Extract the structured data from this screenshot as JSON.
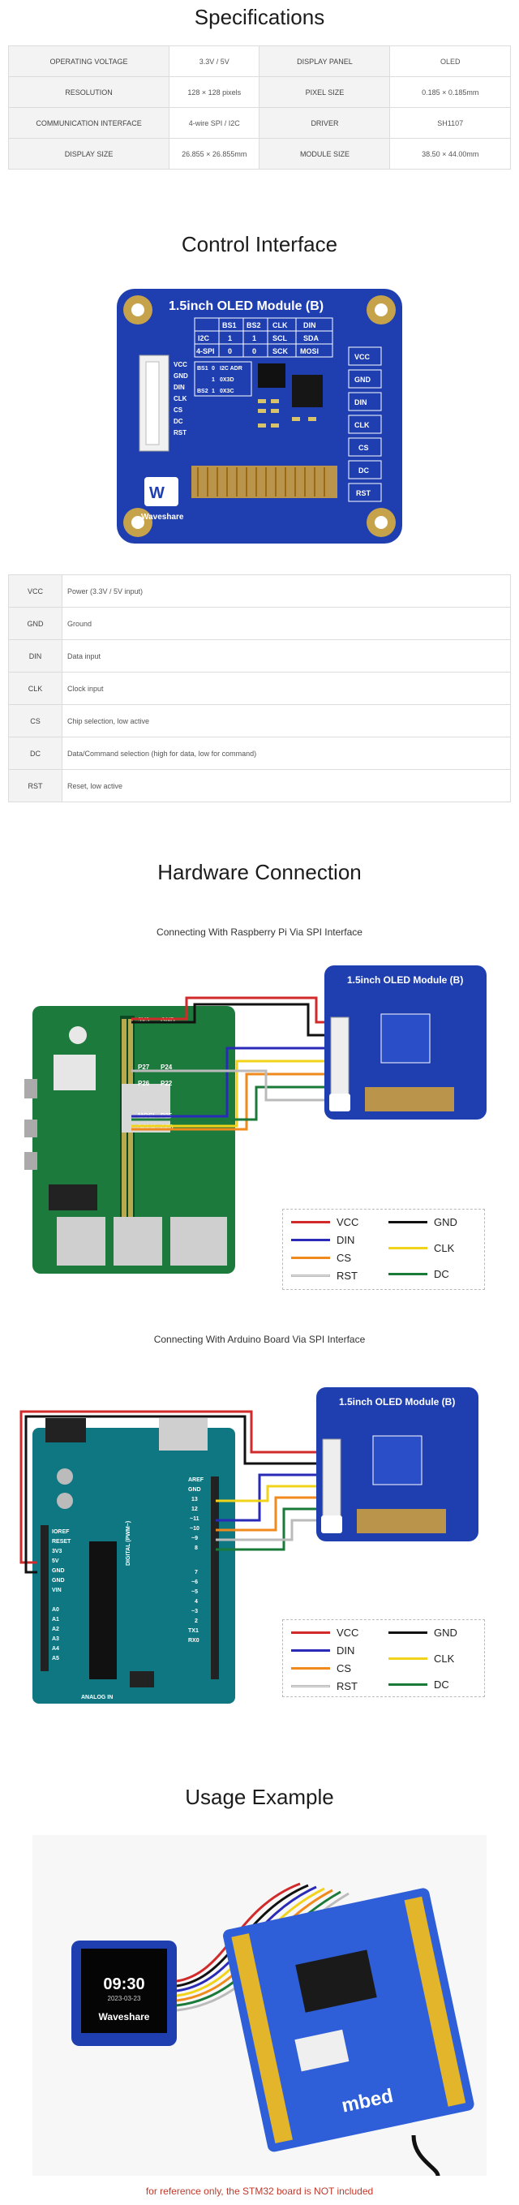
{
  "spec": {
    "title": "Specifications",
    "rows": [
      [
        "OPERATING VOLTAGE",
        "3.3V / 5V",
        "DISPLAY PANEL",
        "OLED"
      ],
      [
        "RESOLUTION",
        "128 × 128 pixels",
        "PIXEL SIZE",
        "0.185 × 0.185mm"
      ],
      [
        "COMMUNICATION INTERFACE",
        "4-wire SPI / I2C",
        "DRIVER",
        "SH1107"
      ],
      [
        "DISPLAY SIZE",
        "26.855 × 26.855mm",
        "MODULE SIZE",
        "38.50 × 44.00mm"
      ]
    ]
  },
  "control": {
    "title": "Control Interface",
    "board_title": "1.5inch OLED Module (B)",
    "bs_table": [
      [
        "",
        "BS1",
        "BS2",
        "CLK",
        "DIN"
      ],
      [
        "I2C",
        "1",
        "1",
        "SCL",
        "SDA"
      ],
      [
        "4-SPI",
        "0",
        "0",
        "SCK",
        "MOSI"
      ]
    ],
    "mini_table": [
      [
        "BS1",
        "0",
        "I2C ADR"
      ],
      [
        "1",
        "0X3D"
      ],
      [
        "BS2",
        "1",
        "0X3C"
      ]
    ],
    "side_pins": [
      "VCC",
      "GND",
      "DIN",
      "CLK",
      "CS",
      "DC",
      "RST"
    ],
    "connector_pins": [
      "VCC",
      "GND",
      "DIN",
      "CLK",
      "CS",
      "DC",
      "RST"
    ],
    "brand": "Waveshare",
    "pins": [
      [
        "VCC",
        "Power (3.3V / 5V input)"
      ],
      [
        "GND",
        "Ground"
      ],
      [
        "DIN",
        "Data input"
      ],
      [
        "CLK",
        "Clock input"
      ],
      [
        "CS",
        "Chip selection, low active"
      ],
      [
        "DC",
        "Data/Command selection (high for data, low for command)"
      ],
      [
        "RST",
        "Reset, low active"
      ]
    ]
  },
  "hardware": {
    "title": "Hardware Connection",
    "rpi_caption": "Connecting With Raspberry Pi Via SPI Interface",
    "arduino_caption": "Connecting With Arduino Board Via SPI Interface",
    "rpi_labels": [
      "3V3",
      "GND",
      "P27",
      "P26",
      "MOSI",
      "SCLK",
      "CE0",
      "P25",
      "P24",
      "P22"
    ],
    "arduino_labels": [
      "AREF",
      "GND",
      "13",
      "12",
      "~11",
      "~10",
      "~9",
      "8",
      "7",
      "~6",
      "~5",
      "4",
      "~3",
      "2",
      "TX1",
      "RX0",
      "IOREF",
      "RESET",
      "3V3",
      "5V",
      "GND",
      "GND",
      "VIN",
      "A0",
      "A1",
      "A2",
      "A3",
      "A4",
      "A5",
      "DIGITAL (PWM~)",
      "ANALOG IN"
    ],
    "legend": [
      {
        "name": "VCC",
        "color": "#d22a2a"
      },
      {
        "name": "GND",
        "color": "#111111"
      },
      {
        "name": "DIN",
        "color": "#2a2ab8"
      },
      {
        "name": "CLK",
        "color": "#f1d31a"
      },
      {
        "name": "CS",
        "color": "#f08a1c"
      },
      {
        "name": "DC",
        "color": "#1a7a3a"
      },
      {
        "name": "RST",
        "color": "#dddddd"
      }
    ]
  },
  "usage": {
    "title": "Usage Example",
    "oled_time": "09:30",
    "oled_date": "2023-03-23",
    "oled_brand": "Waveshare",
    "mbed_text": "mbed",
    "note": "for reference only, the STM32 board is NOT included"
  },
  "colors": {
    "board_blue": "#1f3fb0",
    "pcb_green": "#1c7a3c",
    "arduino_teal": "#0f7782"
  }
}
